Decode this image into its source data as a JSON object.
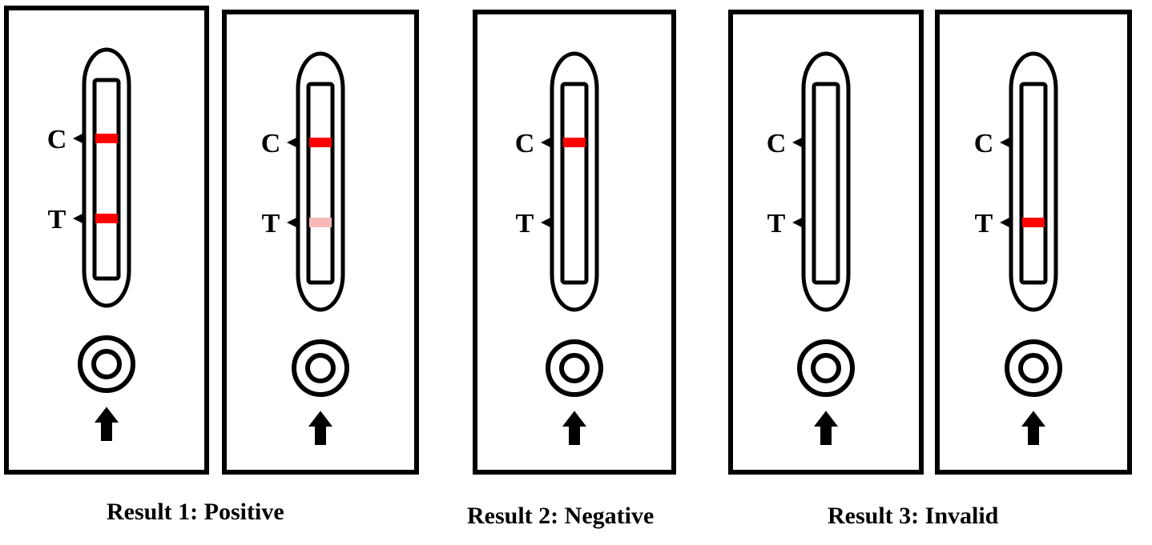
{
  "colors": {
    "outline": "#000000",
    "background": "#ffffff",
    "line_strong": "#ff0000",
    "line_faint": "#f7b8b8"
  },
  "icons": {
    "arrow": "up-arrow-icon",
    "sample_well": "sample-well-icon",
    "marker": "triangle-marker-icon"
  },
  "markers": {
    "control": "C",
    "test": "T"
  },
  "groups": [
    {
      "caption": "Result 1: Positive",
      "cassettes": [
        {
          "control_line": "strong",
          "test_line": "strong"
        },
        {
          "control_line": "strong",
          "test_line": "faint"
        }
      ]
    },
    {
      "caption": "Result 2: Negative",
      "cassettes": [
        {
          "control_line": "strong",
          "test_line": "none"
        }
      ]
    },
    {
      "caption": "Result 3: Invalid",
      "cassettes": [
        {
          "control_line": "none",
          "test_line": "none"
        },
        {
          "control_line": "none",
          "test_line": "strong"
        }
      ]
    }
  ]
}
